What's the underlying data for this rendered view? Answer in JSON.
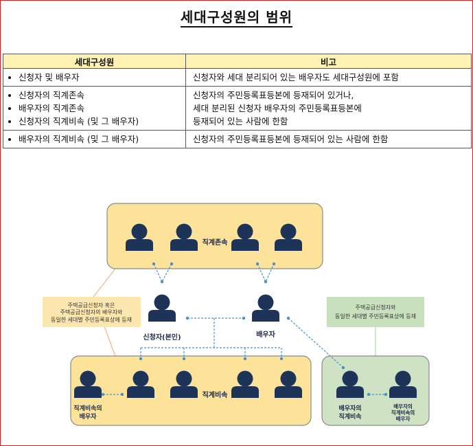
{
  "title": "세대구성원의 범위",
  "table": {
    "headers": [
      "세대구성원",
      "비고"
    ],
    "rows": [
      {
        "members": [
          "신청자 및 배우자"
        ],
        "note": [
          "신청자와 세대 분리되어 있는 배우자도 세대구성원에 포함"
        ]
      },
      {
        "members": [
          "신청자의 직계존속",
          "배우자의 직계존속",
          "신청자의 직계비속 (및 그 배우자)"
        ],
        "note": [
          "신청자의 주민등록표등본에 등재되어 있거나,",
          "세대 분리된 신청자 배우자의 주민등록표등본에",
          "등재되어 있는 사람에 한함"
        ]
      },
      {
        "members": [
          "배우자의 직계비속 (및 그 배우자)"
        ],
        "note": [
          "신청자의 주민등록표등본에 등재되어 있는 사람에 한함"
        ]
      }
    ]
  },
  "diagram": {
    "ascendants_label": "직계존속",
    "applicant_label": "신청자(본인)",
    "spouse_label": "배우자",
    "descendants_label": "직계비속",
    "descendant_spouse_label": [
      "직계비속의",
      "배우자"
    ],
    "spouse_descendant_label": [
      "배우자의",
      "직계비속"
    ],
    "spouse_descendant_spouse_label": [
      "배우자의",
      "직계비속의",
      "배우자"
    ],
    "note_left": [
      "주택공급신청자 혹은",
      "주택공급신청자의 배우자와",
      "동일한 세대별 주민등록표상에 등재"
    ],
    "note_right": [
      "주택공급신청자와",
      "동일한 세대별 주민등록표상에 등재"
    ],
    "colors": {
      "yellow_box": "#fde39a",
      "yellow_border": "#8a8a8a",
      "green_box": "#cfe2c3",
      "person": "#1e3358",
      "dash": "#4a90c8",
      "note_left_fill": "#fde7b0",
      "note_right_fill": "#c9e0bd"
    }
  }
}
